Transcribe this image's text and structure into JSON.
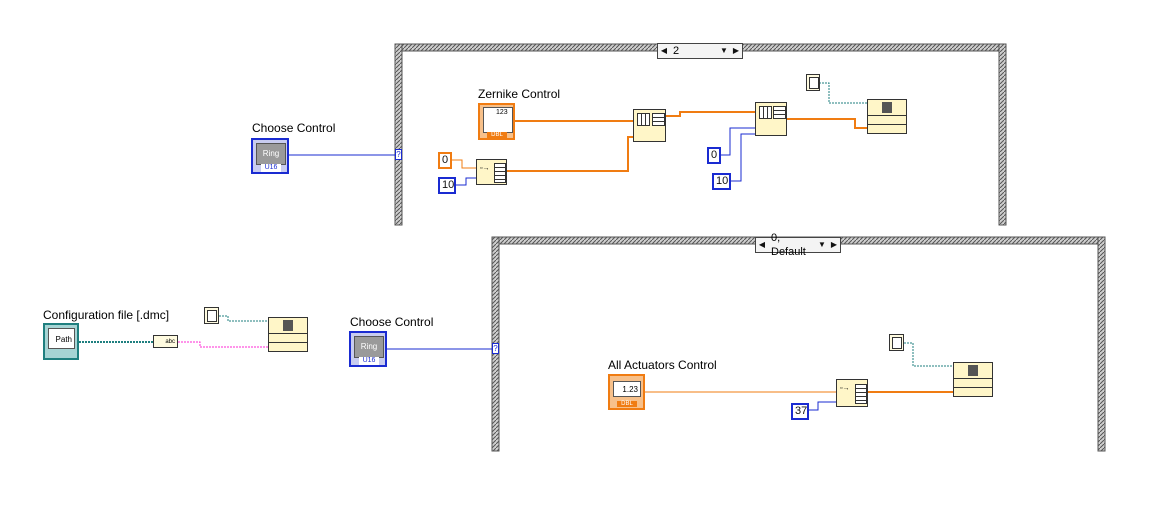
{
  "labels": {
    "choose_control_top": "Choose Control",
    "zernike_control": "Zernike Control",
    "config_file": "Configuration file [.dmc]",
    "choose_control_bottom": "Choose Control",
    "all_actuators_control": "All Actuators Control"
  },
  "case_structures": {
    "top_selector_value": "2",
    "bottom_selector_value": "0, Default"
  },
  "constants": {
    "top_zero_a": "0",
    "top_ten_a": "10",
    "top_zero_b": "0",
    "top_ten_b": "10",
    "bottom_count": "37"
  },
  "terminals": {
    "ring": "Ring",
    "u16": "U16",
    "dbl": "DBL",
    "num_123": "123",
    "num_1_23": "1.23",
    "path": "Path",
    "abc": "abc"
  },
  "colors": {
    "wire_orange": "#f07c12",
    "wire_blue": "#1a2bd1",
    "wire_teal": "#1f7f7f",
    "wire_pink": "#ff2ad4",
    "frame_border": "#6a6a6a"
  }
}
